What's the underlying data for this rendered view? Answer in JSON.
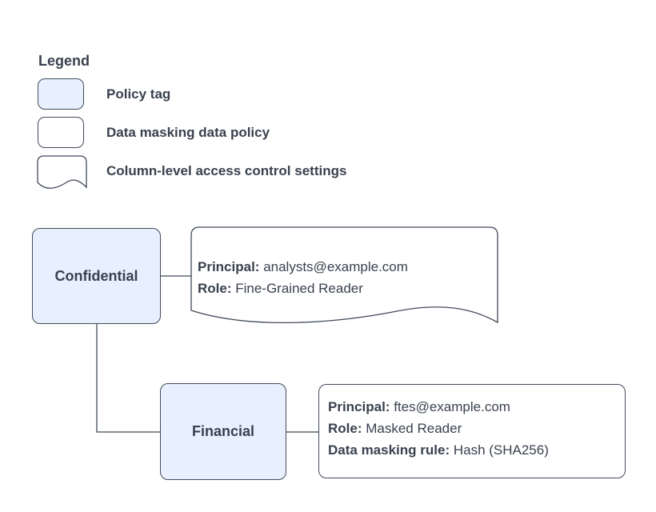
{
  "colors": {
    "policy_tag_fill": "#e8f0fe",
    "shape_stroke": "#414b59",
    "text": "#39414e",
    "background": "#ffffff"
  },
  "legend": {
    "title": "Legend",
    "items": [
      {
        "shape": "policy-tag-swatch",
        "label": "Policy tag"
      },
      {
        "shape": "data-policy-swatch",
        "label": "Data masking data policy"
      },
      {
        "shape": "document-swatch",
        "label": "Column-level access control settings"
      }
    ]
  },
  "diagram": {
    "nodes": {
      "confidential": {
        "label": "Confidential"
      },
      "financial": {
        "label": "Financial"
      }
    },
    "access_settings": {
      "lines": [
        {
          "label": "Principal:",
          "value": " analysts@example.com"
        },
        {
          "label": "Role:",
          "value": " Fine-Grained Reader"
        }
      ]
    },
    "data_policy": {
      "lines": [
        {
          "label": "Principal:",
          "value": " ftes@example.com"
        },
        {
          "label": "Role:",
          "value": " Masked Reader"
        },
        {
          "label": "Data masking rule:",
          "value": " Hash (SHA256)"
        }
      ]
    }
  }
}
